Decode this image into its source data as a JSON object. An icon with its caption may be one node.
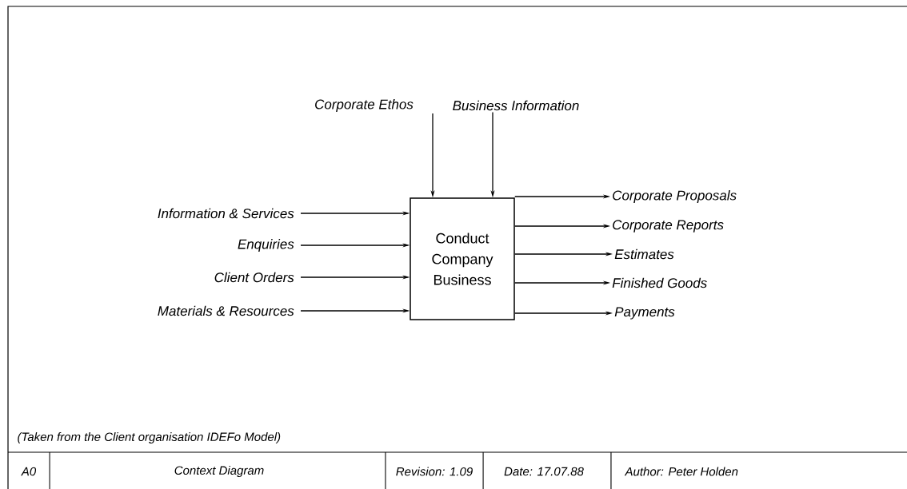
{
  "diagram": {
    "nodes": [
      {
        "text": [
          "Conduct Company Business"
        ]
      },
      {
        "text": [
          "Corporate Ethos"
        ]
      },
      {
        "text": [
          "Business Information"
        ]
      },
      {
        "text": [
          "Information & Services"
        ]
      },
      {
        "text": [
          "Enquiries"
        ]
      },
      {
        "text": [
          "Client Orders"
        ]
      },
      {
        "text": [
          "Materials & Resources"
        ]
      },
      {
        "text": [
          "Corporate Proposals"
        ]
      },
      {
        "text": [
          "Corporate Reports"
        ]
      },
      {
        "text": [
          "Estimates"
        ]
      },
      {
        "text": [
          "Finished Goods"
        ]
      },
      {
        "text": [
          "Payments"
        ]
      }
    ],
    "edges": [
      {
        "from": 1,
        "to": 0,
        "arrow": "to"
      },
      {
        "from": 2,
        "to": 0,
        "arrow": "to"
      },
      {
        "from": 3,
        "to": 0,
        "arrow": "to"
      },
      {
        "from": 4,
        "to": 0,
        "arrow": "to"
      },
      {
        "from": 5,
        "to": 0,
        "arrow": "to"
      },
      {
        "from": 6,
        "to": 0,
        "arrow": "to"
      },
      {
        "from": 0,
        "to": 7,
        "arrow": "to"
      },
      {
        "from": 0,
        "to": 8,
        "arrow": "to"
      },
      {
        "from": 0,
        "to": 9,
        "arrow": "to"
      },
      {
        "from": 0,
        "to": 10,
        "arrow": "to"
      },
      {
        "from": 0,
        "to": 11,
        "arrow": "to"
      }
    ],
    "labels": [
      "(Taken from the Client organisation IDEFo Model)",
      "A0",
      "Context Diagram",
      "Revision: 1.09",
      "Date: 17.07.88",
      "Author: Peter Holden"
    ]
  }
}
